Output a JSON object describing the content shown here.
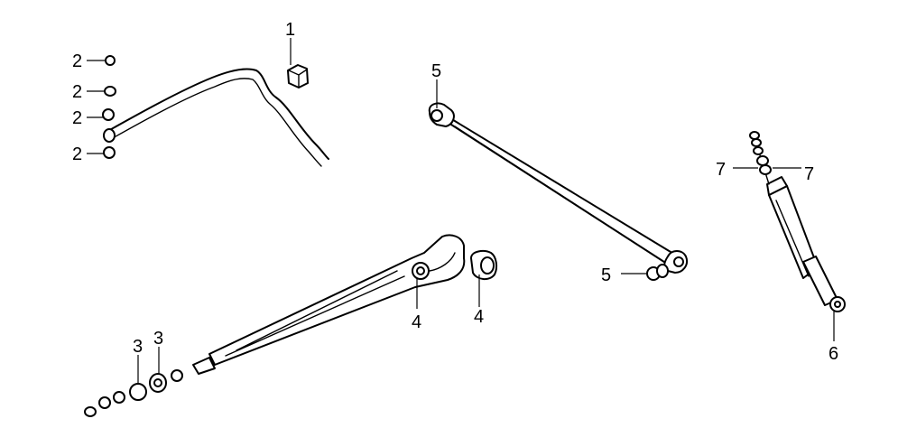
{
  "callouts": {
    "c1": "1",
    "c2a": "2",
    "c2b": "2",
    "c2c": "2",
    "c2d": "2",
    "c3a": "3",
    "c3b": "3",
    "c4a": "4",
    "c4b": "4",
    "c5a": "5",
    "c5b": "5",
    "c6": "6",
    "c7a": "7",
    "c7b": "7"
  },
  "colors": {
    "line": "#000000",
    "background": "#ffffff"
  }
}
